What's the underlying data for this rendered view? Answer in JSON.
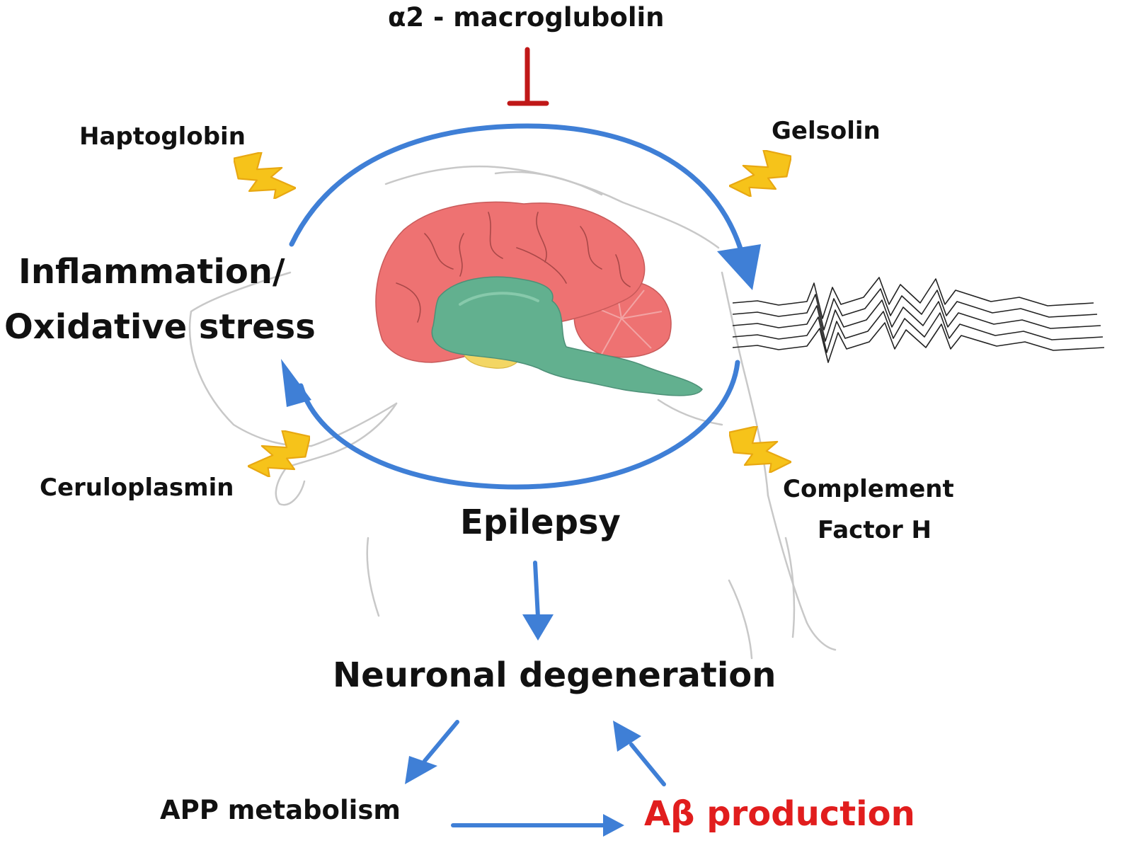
{
  "labels": {
    "alpha2": "α2 - macroglubolin",
    "haptoglobin": "Haptoglobin",
    "gelsolin": "Gelsolin",
    "inflammation_line1": "Inflammation/",
    "inflammation_line2": "Oxidative stress",
    "ceruloplasmin": "Ceruloplasmin",
    "epilepsy": "Epilepsy",
    "complement_line1": "Complement",
    "complement_line2": "Factor H",
    "neuronal": "Neuronal degeneration",
    "app": "APP metabolism",
    "abeta": "Aβ production"
  },
  "colors": {
    "cycle_arrow": "#3f7fd6",
    "inhibitor": "#c01818",
    "lightning": "#f6c31a",
    "cerebrum": "#ee7272",
    "brainstem": "#62b08f",
    "cerebellum_core": "#ee8f8f",
    "abeta_text": "#e11d1d"
  },
  "icons": [
    "lightning-icon",
    "inhibition-t-icon",
    "brain-illustration",
    "eeg-trace"
  ]
}
